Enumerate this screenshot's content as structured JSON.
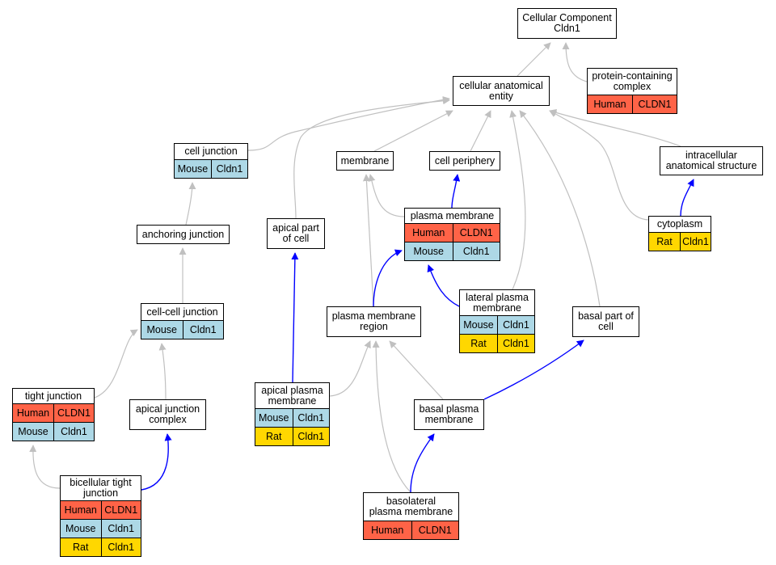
{
  "colors": {
    "Human": "#ff6347",
    "Mouse": "#add8e6",
    "Rat": "#ffd700",
    "is_a_edge": "#c0c0c0",
    "part_of_edge": "#0000ff"
  },
  "nodes": [
    {
      "id": "cellular-component",
      "title": "Cellular Component\nCldn1",
      "annotations": []
    },
    {
      "id": "cellular-anatomical-entity",
      "title": "cellular anatomical\nentity",
      "annotations": []
    },
    {
      "id": "protein-containing-complex",
      "title": "protein-containing\ncomplex",
      "annotations": [
        {
          "species": "Human",
          "gene": "CLDN1"
        }
      ]
    },
    {
      "id": "cell-junction",
      "title": "cell junction",
      "annotations": [
        {
          "species": "Mouse",
          "gene": "Cldn1"
        }
      ]
    },
    {
      "id": "membrane",
      "title": "membrane",
      "annotations": []
    },
    {
      "id": "cell-periphery",
      "title": "cell periphery",
      "annotations": []
    },
    {
      "id": "intracellular-anatomical-structure",
      "title": "intracellular\nanatomical structure",
      "annotations": []
    },
    {
      "id": "plasma-membrane",
      "title": "plasma membrane",
      "annotations": [
        {
          "species": "Human",
          "gene": "CLDN1"
        },
        {
          "species": "Mouse",
          "gene": "Cldn1"
        }
      ]
    },
    {
      "id": "cytoplasm",
      "title": "cytoplasm",
      "annotations": [
        {
          "species": "Rat",
          "gene": "Cldn1"
        }
      ]
    },
    {
      "id": "anchoring-junction",
      "title": "anchoring junction",
      "annotations": []
    },
    {
      "id": "apical-part-of-cell",
      "title": "apical part\nof cell",
      "annotations": []
    },
    {
      "id": "lateral-plasma-membrane",
      "title": "lateral plasma\nmembrane",
      "annotations": [
        {
          "species": "Mouse",
          "gene": "Cldn1"
        },
        {
          "species": "Rat",
          "gene": "Cldn1"
        }
      ]
    },
    {
      "id": "cell-cell-junction",
      "title": "cell-cell junction",
      "annotations": [
        {
          "species": "Mouse",
          "gene": "Cldn1"
        }
      ]
    },
    {
      "id": "plasma-membrane-region",
      "title": "plasma membrane\nregion",
      "annotations": []
    },
    {
      "id": "basal-part-of-cell",
      "title": "basal part of\ncell",
      "annotations": []
    },
    {
      "id": "tight-junction",
      "title": "tight junction",
      "annotations": [
        {
          "species": "Human",
          "gene": "CLDN1"
        },
        {
          "species": "Mouse",
          "gene": "Cldn1"
        }
      ]
    },
    {
      "id": "apical-junction-complex",
      "title": "apical junction\ncomplex",
      "annotations": []
    },
    {
      "id": "apical-plasma-membrane",
      "title": "apical plasma\nmembrane",
      "annotations": [
        {
          "species": "Mouse",
          "gene": "Cldn1"
        },
        {
          "species": "Rat",
          "gene": "Cldn1"
        }
      ]
    },
    {
      "id": "basal-plasma-membrane",
      "title": "basal plasma\nmembrane",
      "annotations": []
    },
    {
      "id": "bicellular-tight-junction",
      "title": "bicellular tight\njunction",
      "annotations": [
        {
          "species": "Human",
          "gene": "CLDN1"
        },
        {
          "species": "Mouse",
          "gene": "Cldn1"
        },
        {
          "species": "Rat",
          "gene": "Cldn1"
        }
      ]
    },
    {
      "id": "basolateral-plasma-membrane",
      "title": "basolateral\nplasma membrane",
      "annotations": [
        {
          "species": "Human",
          "gene": "CLDN1"
        }
      ]
    }
  ],
  "edges": [
    {
      "from": "cellular-anatomical-entity",
      "to": "cellular-component",
      "relation": "is_a"
    },
    {
      "from": "protein-containing-complex",
      "to": "cellular-component",
      "relation": "is_a"
    },
    {
      "from": "cell-junction",
      "to": "cellular-anatomical-entity",
      "relation": "is_a"
    },
    {
      "from": "apical-part-of-cell",
      "to": "cellular-anatomical-entity",
      "relation": "is_a"
    },
    {
      "from": "membrane",
      "to": "cellular-anatomical-entity",
      "relation": "is_a"
    },
    {
      "from": "cell-periphery",
      "to": "cellular-anatomical-entity",
      "relation": "is_a"
    },
    {
      "from": "lateral-plasma-membrane",
      "to": "cellular-anatomical-entity",
      "relation": "is_a"
    },
    {
      "from": "basal-part-of-cell",
      "to": "cellular-anatomical-entity",
      "relation": "is_a"
    },
    {
      "from": "intracellular-anatomical-structure",
      "to": "cellular-anatomical-entity",
      "relation": "is_a"
    },
    {
      "from": "cytoplasm",
      "to": "cellular-anatomical-entity",
      "relation": "is_a"
    },
    {
      "from": "cytoplasm",
      "to": "intracellular-anatomical-structure",
      "relation": "part_of"
    },
    {
      "from": "plasma-membrane",
      "to": "membrane",
      "relation": "is_a"
    },
    {
      "from": "plasma-membrane",
      "to": "cell-periphery",
      "relation": "part_of"
    },
    {
      "from": "plasma-membrane-region",
      "to": "membrane",
      "relation": "is_a"
    },
    {
      "from": "plasma-membrane-region",
      "to": "plasma-membrane",
      "relation": "part_of"
    },
    {
      "from": "lateral-plasma-membrane",
      "to": "plasma-membrane",
      "relation": "part_of"
    },
    {
      "from": "anchoring-junction",
      "to": "cell-junction",
      "relation": "is_a"
    },
    {
      "from": "cell-cell-junction",
      "to": "anchoring-junction",
      "relation": "is_a"
    },
    {
      "from": "tight-junction",
      "to": "cell-cell-junction",
      "relation": "is_a"
    },
    {
      "from": "apical-junction-complex",
      "to": "cell-cell-junction",
      "relation": "is_a"
    },
    {
      "from": "apical-plasma-membrane",
      "to": "apical-part-of-cell",
      "relation": "part_of"
    },
    {
      "from": "apical-plasma-membrane",
      "to": "plasma-membrane-region",
      "relation": "is_a"
    },
    {
      "from": "basal-plasma-membrane",
      "to": "plasma-membrane-region",
      "relation": "is_a"
    },
    {
      "from": "basal-plasma-membrane",
      "to": "basal-part-of-cell",
      "relation": "part_of"
    },
    {
      "from": "basolateral-plasma-membrane",
      "to": "plasma-membrane-region",
      "relation": "is_a"
    },
    {
      "from": "basolateral-plasma-membrane",
      "to": "basal-plasma-membrane",
      "relation": "part_of"
    },
    {
      "from": "bicellular-tight-junction",
      "to": "tight-junction",
      "relation": "is_a"
    },
    {
      "from": "bicellular-tight-junction",
      "to": "apical-junction-complex",
      "relation": "part_of"
    }
  ]
}
